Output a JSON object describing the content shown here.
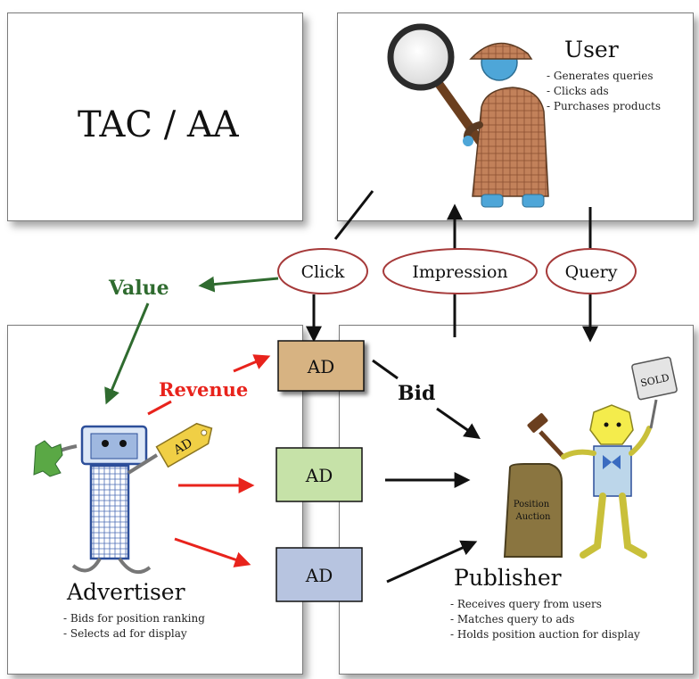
{
  "tac_panel": {
    "title": "TAC / AA"
  },
  "user_panel": {
    "title": "User",
    "items": [
      "Generates queries",
      "Clicks ads",
      "Purchases products"
    ]
  },
  "advertiser_panel": {
    "title": "Advertiser",
    "items": [
      "Bids for position ranking",
      "Selects ad for display"
    ]
  },
  "publisher_panel": {
    "title": "Publisher",
    "items": [
      "Receives query from users",
      "Matches query to ads",
      "Holds position auction for display"
    ],
    "auction_sign": [
      "Position",
      "Auction"
    ],
    "sold_sign": "SOLD"
  },
  "flows": {
    "click": "Click",
    "impression": "Impression",
    "query": "Query",
    "value": "Value",
    "revenue": "Revenue",
    "bid": "Bid"
  },
  "ads": {
    "ad1": "AD",
    "ad2": "AD",
    "ad3": "AD",
    "price_tag": "AD"
  },
  "colors": {
    "value_green": "#2f6b2f",
    "revenue_red": "#e8231c",
    "ellipse_border": "#a63a3a",
    "ad1_fill": "#d7b382",
    "ad2_fill": "#c6e2a8",
    "ad3_fill": "#b7c4e0"
  }
}
